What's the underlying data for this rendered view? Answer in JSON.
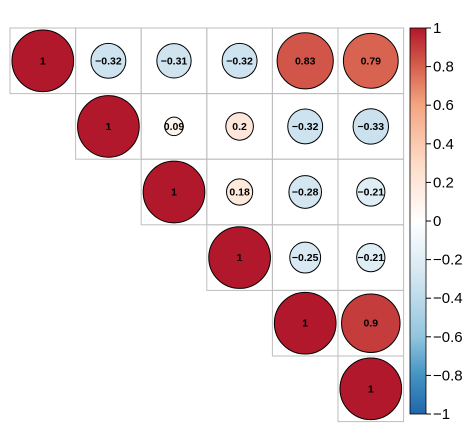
{
  "chart_data": {
    "type": "heatmap",
    "subtype": "correlogram-circles-upper-triangle",
    "row_labels": [
      "",
      "",
      "",
      "",
      "",
      ""
    ],
    "col_labels": [
      "",
      "",
      "",
      "",
      "",
      ""
    ],
    "cells": [
      {
        "row": 0,
        "col": 0,
        "value": 1,
        "label": "1"
      },
      {
        "row": 0,
        "col": 1,
        "value": -0.32,
        "label": "−0.32"
      },
      {
        "row": 0,
        "col": 2,
        "value": -0.31,
        "label": "−0.31"
      },
      {
        "row": 0,
        "col": 3,
        "value": -0.32,
        "label": "−0.32"
      },
      {
        "row": 0,
        "col": 4,
        "value": 0.83,
        "label": "0.83"
      },
      {
        "row": 0,
        "col": 5,
        "value": 0.79,
        "label": "0.79"
      },
      {
        "row": 1,
        "col": 1,
        "value": 1,
        "label": "1"
      },
      {
        "row": 1,
        "col": 2,
        "value": 0.09,
        "label": "0.09"
      },
      {
        "row": 1,
        "col": 3,
        "value": 0.2,
        "label": "0.2"
      },
      {
        "row": 1,
        "col": 4,
        "value": -0.32,
        "label": "−0.32"
      },
      {
        "row": 1,
        "col": 5,
        "value": -0.33,
        "label": "−0.33"
      },
      {
        "row": 2,
        "col": 2,
        "value": 1,
        "label": "1"
      },
      {
        "row": 2,
        "col": 3,
        "value": 0.18,
        "label": "0.18"
      },
      {
        "row": 2,
        "col": 4,
        "value": -0.28,
        "label": "−0.28"
      },
      {
        "row": 2,
        "col": 5,
        "value": -0.21,
        "label": "−0.21"
      },
      {
        "row": 3,
        "col": 3,
        "value": 1,
        "label": "1"
      },
      {
        "row": 3,
        "col": 4,
        "value": -0.25,
        "label": "−0.25"
      },
      {
        "row": 3,
        "col": 5,
        "value": -0.21,
        "label": "−0.21"
      },
      {
        "row": 4,
        "col": 4,
        "value": 1,
        "label": "1"
      },
      {
        "row": 4,
        "col": 5,
        "value": 0.9,
        "label": "0.9"
      },
      {
        "row": 5,
        "col": 5,
        "value": 1,
        "label": "1"
      }
    ],
    "colorbar": {
      "range": [
        -1,
        1
      ],
      "ticks": [
        1,
        0.8,
        0.6,
        0.4,
        0.2,
        0,
        -0.2,
        -0.4,
        -0.6,
        -0.8,
        -1
      ],
      "tick_labels": [
        "1",
        "0.8",
        "0.6",
        "0.4",
        "0.2",
        "0",
        "−0.2",
        "−0.4",
        "−0.6",
        "−0.8",
        "−1"
      ],
      "placement": "right"
    },
    "colors": {
      "negative": "#2166AC",
      "neutral": "#FFFFFF",
      "positive": "#B2182B",
      "grid": "#BEBEBE",
      "circle_border": "#000000"
    },
    "grid": true,
    "legend": "colorbar-right"
  }
}
